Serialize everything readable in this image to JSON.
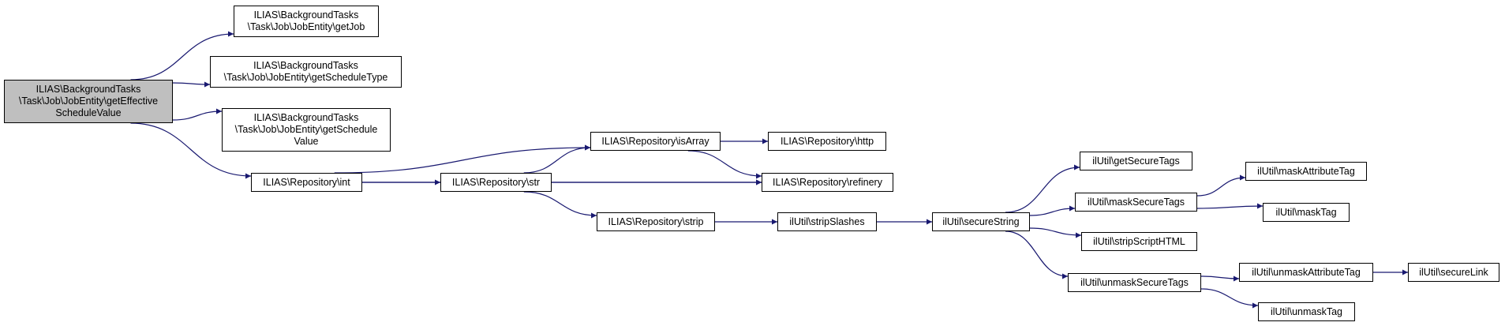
{
  "colors": {
    "edge": "#191970",
    "root_fill": "#bfbfbf",
    "node_fill": "#ffffff",
    "border": "#000000"
  },
  "nodes": [
    {
      "id": "root",
      "label": "ILIAS\\BackgroundTasks\n\\Task\\Job\\JobEntity\\getEffective\nScheduleValue"
    },
    {
      "id": "getJob",
      "label": "ILIAS\\BackgroundTasks\n\\Task\\Job\\JobEntity\\getJob"
    },
    {
      "id": "getScheduleType",
      "label": "ILIAS\\BackgroundTasks\n\\Task\\Job\\JobEntity\\getScheduleType"
    },
    {
      "id": "getScheduleValue",
      "label": "ILIAS\\BackgroundTasks\n\\Task\\Job\\JobEntity\\getSchedule\nValue"
    },
    {
      "id": "int",
      "label": "ILIAS\\Repository\\int"
    },
    {
      "id": "isArray",
      "label": "ILIAS\\Repository\\isArray"
    },
    {
      "id": "str",
      "label": "ILIAS\\Repository\\str"
    },
    {
      "id": "strip",
      "label": "ILIAS\\Repository\\strip"
    },
    {
      "id": "http",
      "label": "ILIAS\\Repository\\http"
    },
    {
      "id": "refinery",
      "label": "ILIAS\\Repository\\refinery"
    },
    {
      "id": "stripSlashes",
      "label": "ilUtil\\stripSlashes"
    },
    {
      "id": "secureString",
      "label": "ilUtil\\secureString"
    },
    {
      "id": "getSecureTags",
      "label": "ilUtil\\getSecureTags"
    },
    {
      "id": "maskSecureTags",
      "label": "ilUtil\\maskSecureTags"
    },
    {
      "id": "stripScriptHTML",
      "label": "ilUtil\\stripScriptHTML"
    },
    {
      "id": "unmaskSecureTags",
      "label": "ilUtil\\unmaskSecureTags"
    },
    {
      "id": "maskAttributeTag",
      "label": "ilUtil\\maskAttributeTag"
    },
    {
      "id": "maskTag",
      "label": "ilUtil\\maskTag"
    },
    {
      "id": "unmaskAttributeTag",
      "label": "ilUtil\\unmaskAttributeTag"
    },
    {
      "id": "unmaskTag",
      "label": "ilUtil\\unmaskTag"
    },
    {
      "id": "secureLink",
      "label": "ilUtil\\secureLink"
    }
  ],
  "edges": [
    [
      "root",
      "getJob"
    ],
    [
      "root",
      "getScheduleType"
    ],
    [
      "root",
      "getScheduleValue"
    ],
    [
      "root",
      "int"
    ],
    [
      "int",
      "isArray"
    ],
    [
      "int",
      "str"
    ],
    [
      "int",
      "refinery"
    ],
    [
      "isArray",
      "http"
    ],
    [
      "isArray",
      "refinery"
    ],
    [
      "str",
      "isArray"
    ],
    [
      "str",
      "refinery"
    ],
    [
      "str",
      "strip"
    ],
    [
      "strip",
      "stripSlashes"
    ],
    [
      "stripSlashes",
      "secureString"
    ],
    [
      "secureString",
      "getSecureTags"
    ],
    [
      "secureString",
      "maskSecureTags"
    ],
    [
      "secureString",
      "stripScriptHTML"
    ],
    [
      "secureString",
      "unmaskSecureTags"
    ],
    [
      "maskSecureTags",
      "maskAttributeTag"
    ],
    [
      "maskSecureTags",
      "maskTag"
    ],
    [
      "unmaskSecureTags",
      "unmaskAttributeTag"
    ],
    [
      "unmaskSecureTags",
      "unmaskTag"
    ],
    [
      "unmaskAttributeTag",
      "secureLink"
    ]
  ]
}
